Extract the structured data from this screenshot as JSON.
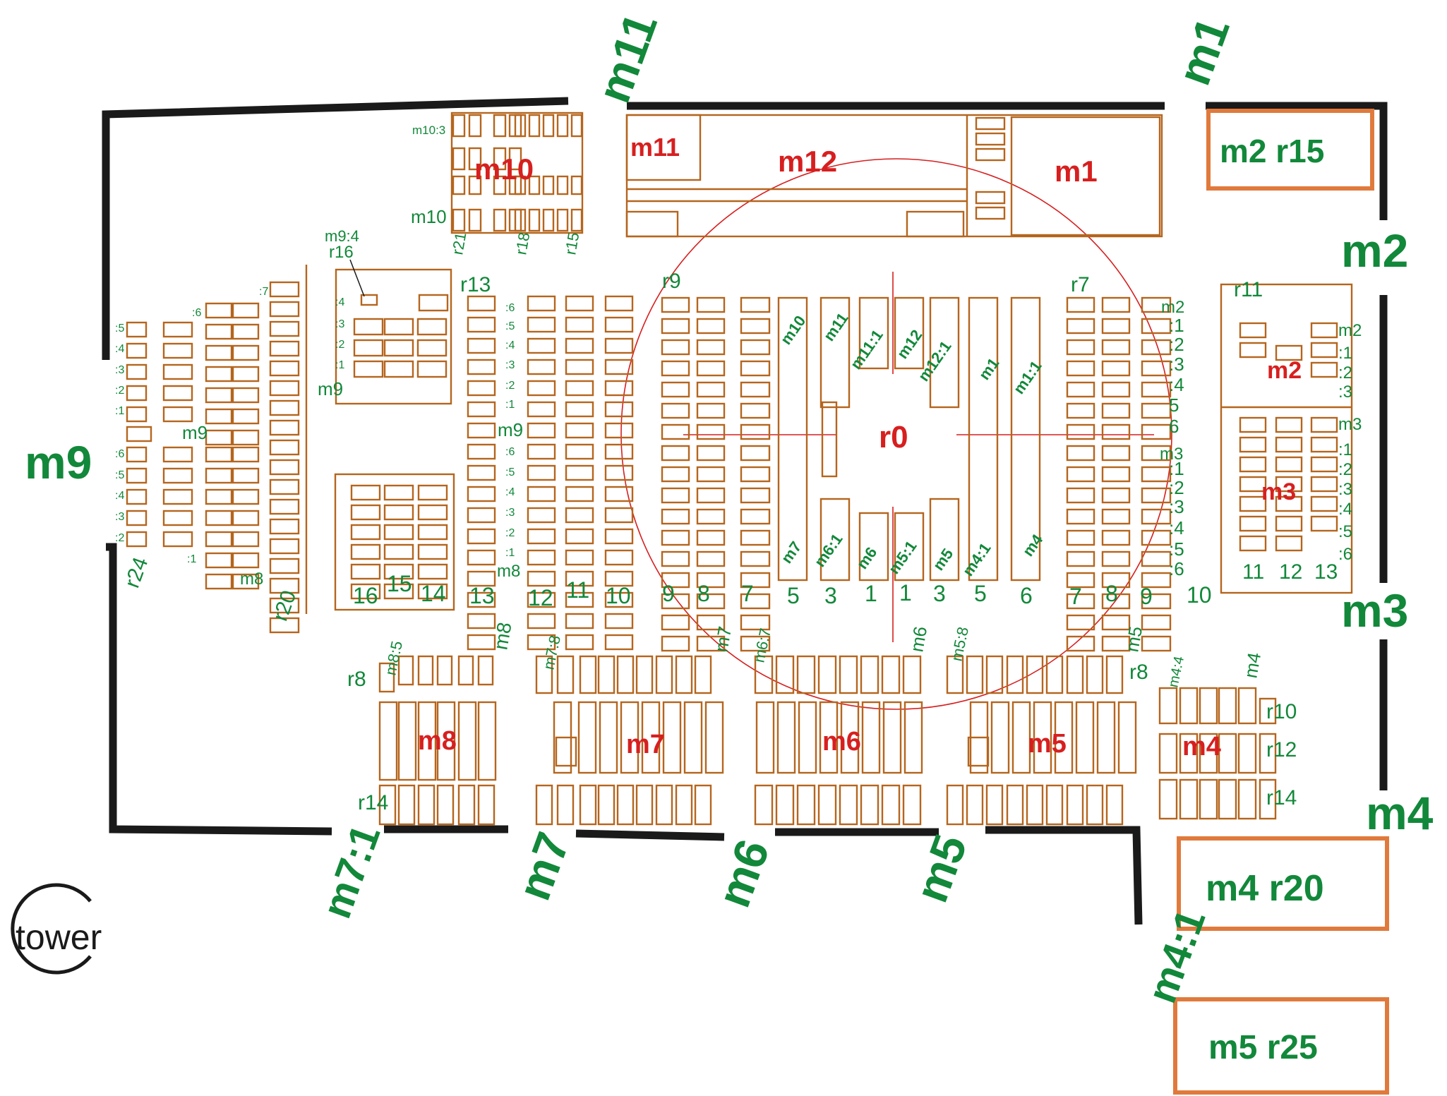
{
  "exits": {
    "top": [
      "m11",
      "m1"
    ],
    "right": [
      "m2",
      "m3",
      "m4"
    ],
    "left": [
      "m9"
    ],
    "bottom": [
      "m7:1",
      "m7",
      "m6",
      "m5",
      "m4:1"
    ]
  },
  "outside_boxes": [
    "m2 r15",
    "m4 r20",
    "m5 r25"
  ],
  "zones": {
    "m10": "m10",
    "m11": "m11",
    "m12": "m12",
    "m1": "m1",
    "m2": "m2",
    "m3": "m3",
    "r0": "r0",
    "m8": "m8",
    "m7": "m7",
    "m6": "m6",
    "m5": "m5",
    "m4": "m4"
  },
  "tower": "tower",
  "row_labels": {
    "r13": "r13",
    "r9": "r9",
    "r7": "r7",
    "r11": "r11",
    "r16": "r16",
    "r24": "r24",
    "r20": "r20",
    "r21": "r21",
    "r18": "r18",
    "r15": "r15",
    "r8_left": "r8",
    "r8_right": "r8",
    "r14_left": "r14",
    "r10": "r10",
    "r12": "r12",
    "r14_right": "r14"
  },
  "aisle_numbers": [
    "16",
    "15",
    "14",
    "13",
    "12",
    "11",
    "10",
    "9",
    "8",
    "7",
    "5",
    "3",
    "1",
    "1",
    "3",
    "5",
    "6",
    "7",
    "8",
    "9",
    "10",
    "11",
    "12",
    "13"
  ],
  "center_diag_labels": [
    "m10",
    "m11",
    "m11:1",
    "m12",
    "m12:1",
    "m1",
    "m1:1",
    "m7",
    "m6:1",
    "m6",
    "m5:1",
    "m5",
    "m4:1",
    "m4"
  ],
  "small_labels": {
    "m10_3": "m10:3",
    "m10_b": "m10",
    "m9_4": "m9:4",
    "m9_a": "m9",
    "m9_b": "m9",
    "m9_c": "m9",
    "m8_a": "m8",
    "m8_b": "m8",
    "m2_a": "m2",
    "m3_a": "m3",
    "m2_b": "m2",
    "m3_b": "m3",
    "m8_5": "m8:5",
    "m8_c": "m8",
    "m7_8": "m7:8",
    "m7_a": "m7",
    "m6_7": "m6:7",
    "m6_a": "m6",
    "m5_8": "m5:8",
    "m5_a": "m5",
    "m4_4": "m4:4",
    "m4_a": "m4"
  },
  "colon_left_a": [
    ":5",
    ":4",
    ":3",
    ":2",
    ":1"
  ],
  "colon_left_b": [
    ":6",
    ":5",
    ":4",
    ":3",
    ":2"
  ],
  "colon_m9": [
    ":4",
    ":3",
    ":2",
    ":1"
  ],
  "colon_m9_col": [
    ":6",
    ":5",
    ":4",
    ":3",
    ":2",
    ":1",
    ":6",
    ":5",
    ":4",
    ":3",
    ":2",
    ":1"
  ],
  "colon_r_a": [
    ":1",
    ":2",
    ":3",
    ":4",
    "5",
    "6"
  ],
  "colon_r_b": [
    ":1",
    ":2",
    ":3",
    ":4",
    ":5",
    ":6"
  ],
  "colon_m2": [
    ":1",
    ":2",
    ":3"
  ],
  "colon_m3": [
    ":1",
    ":2",
    ":3",
    ":4",
    ":5",
    ":6"
  ],
  "misc_small": [
    ":7",
    ":6",
    ":1"
  ],
  "m3_cols": [
    "11",
    "12",
    "13"
  ]
}
